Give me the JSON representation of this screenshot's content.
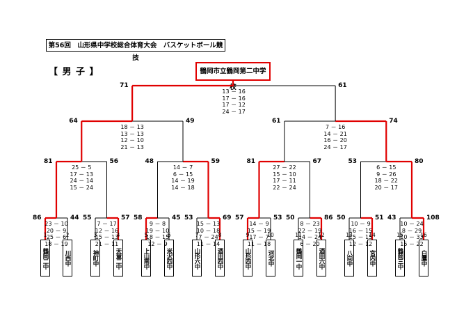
{
  "header": {
    "title": "第56回　山形県中学校総合体育大会　バスケットボール競技",
    "division": "【 男 子 】",
    "champion": "鶴岡市立鶴岡第二中学校"
  },
  "teams": [
    {
      "num": "1",
      "name": "鶴岡二中",
      "win": true
    },
    {
      "num": "2",
      "name": "川西中",
      "win": false
    },
    {
      "num": "3",
      "name": "神町中",
      "win": false
    },
    {
      "num": "4",
      "name": "天童二中",
      "win": true
    },
    {
      "num": "5",
      "name": "上山南中",
      "win": true
    },
    {
      "num": "6",
      "name": "米沢四中",
      "win": false
    },
    {
      "num": "7",
      "name": "山形六中",
      "win": false
    },
    {
      "num": "8",
      "name": "酒田四中",
      "win": true
    },
    {
      "num": "9",
      "name": "山形四中",
      "win": true
    },
    {
      "num": "10",
      "name": "河北中",
      "win": false
    },
    {
      "num": "11",
      "name": "鶴岡一中",
      "win": true
    },
    {
      "num": "12",
      "name": "酒田六中",
      "win": false
    },
    {
      "num": "13",
      "name": "八向中",
      "win": false
    },
    {
      "num": "14",
      "name": "宮内中",
      "win": true
    },
    {
      "num": "15",
      "name": "鶴岡三中",
      "win": false
    },
    {
      "num": "16",
      "name": "白鷹中",
      "win": true
    }
  ],
  "round1": [
    {
      "left": "86",
      "right": "44",
      "quarters": [
        "23 － 10",
        "20 － 9",
        "25 － 6",
        "18 － 19"
      ]
    },
    {
      "left": "55",
      "right": "57",
      "quarters": [
        "7 － 17",
        "12 － 16",
        "15 － 13",
        "21 － 11"
      ]
    },
    {
      "left": "58",
      "right": "45",
      "quarters": [
        "9 － 8",
        "19 － 10",
        "18 － 15",
        "12 － 9"
      ]
    },
    {
      "left": "53",
      "right": "69",
      "quarters": [
        "15 － 13",
        "10 － 18",
        "7 － 24",
        "11 － 14"
      ]
    },
    {
      "left": "57",
      "right": "53",
      "quarters": [
        "14 － 9",
        "15 － 19",
        "17 － 7",
        "11 － 18"
      ]
    },
    {
      "left": "50",
      "right": "86",
      "quarters": [
        "8 － 23",
        "22 － 19",
        "14 － 24",
        "6 － 20"
      ]
    },
    {
      "left": "50",
      "right": "51",
      "quarters": [
        "10 － 9",
        "16 － 15",
        "15 － 15",
        "12 － 12"
      ]
    },
    {
      "left": "43",
      "right": "108",
      "quarters": [
        "10 － 24",
        "8 － 29",
        "10 － 33",
        "15 － 22"
      ]
    }
  ],
  "round2": [
    {
      "left": "81",
      "right": "56",
      "quarters": [
        "25 － 5",
        "17 － 13",
        "24 － 14",
        "15 － 24"
      ]
    },
    {
      "left": "48",
      "right": "59",
      "quarters": [
        "14 － 7",
        "6 － 15",
        "14 － 19",
        "14 － 18"
      ]
    },
    {
      "left": "81",
      "right": "67",
      "quarters": [
        "27 － 22",
        "15 － 10",
        "17 － 11",
        "22 － 24"
      ]
    },
    {
      "left": "53",
      "right": "80",
      "quarters": [
        "6 － 15",
        "9 － 26",
        "18 － 22",
        "20 － 17"
      ]
    }
  ],
  "round3": [
    {
      "left": "64",
      "right": "49",
      "quarters": [
        "18 － 13",
        "13 － 13",
        "12 － 10",
        "21 － 13"
      ]
    },
    {
      "left": "61",
      "right": "74",
      "quarters": [
        "7 － 16",
        "14 － 21",
        "16 － 20",
        "24 － 17"
      ]
    }
  ],
  "final": {
    "left": "71",
    "right": "61",
    "quarters": [
      "13 － 16",
      "17 － 16",
      "17 － 12",
      "24 － 17"
    ]
  },
  "colors": {
    "winner_line": "#e00000",
    "loser_line": "#000000"
  }
}
